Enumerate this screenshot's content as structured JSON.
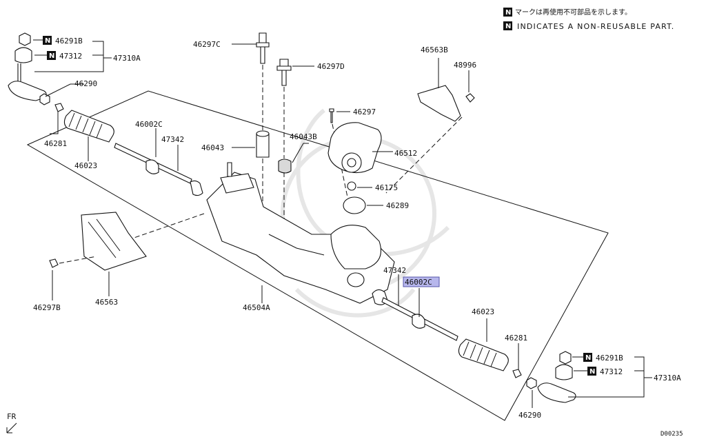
{
  "legend": {
    "n_badge": "N",
    "japanese": "マークは再使用不可部品を示します。",
    "english": "INDICATES A NON-REUSABLE PART."
  },
  "labels": {
    "p46291B_left": "46291B",
    "p47312_left": "47312",
    "p47310A_left": "47310A",
    "p46290_left": "46290",
    "p46281_left": "46281",
    "p46023_left": "46023",
    "p46002C_left": "46002C",
    "p47342_left": "47342",
    "p46043": "46043",
    "p46043B": "46043B",
    "p46297C": "46297C",
    "p46297D": "46297D",
    "p46297": "46297",
    "p46512": "46512",
    "p46175": "46175",
    "p46289": "46289",
    "p46563B": "46563B",
    "p48996": "48996",
    "p46297B": "46297B",
    "p46563": "46563",
    "p46504A": "46504A",
    "p47342_right": "47342",
    "p46002C_right": "46002C",
    "p46023_right": "46023",
    "p46281_right": "46281",
    "p46291B_right": "46291B",
    "p47312_right": "47312",
    "p47310A_right": "47310A",
    "p46290_right": "46290"
  },
  "fr_label": "FR",
  "diagram_code": "D00235",
  "colors": {
    "highlight": "#b7b7ec",
    "ink": "#111111"
  },
  "icons": {
    "front_arrow": "arrow-down-left-icon",
    "non_reusable": "n-badge-icon"
  }
}
